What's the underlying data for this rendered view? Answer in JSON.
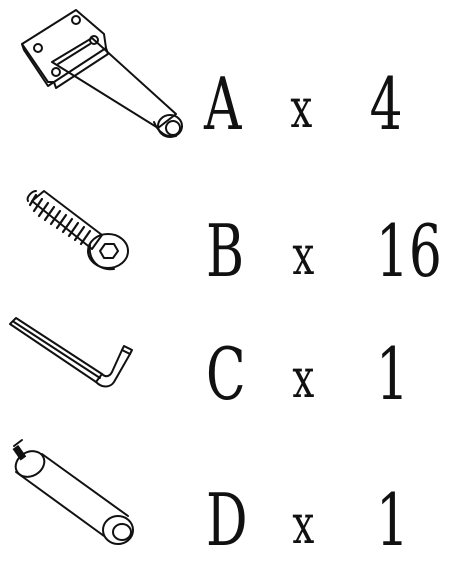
{
  "parts": [
    {
      "letter": "A",
      "times": "x",
      "quantity": "4",
      "icon": "tapered-leg-with-mounting-plate-icon"
    },
    {
      "letter": "B",
      "times": "x",
      "quantity": "16",
      "icon": "hex-socket-bolt-icon"
    },
    {
      "letter": "C",
      "times": "x",
      "quantity": "1",
      "icon": "allen-key-icon"
    },
    {
      "letter": "D",
      "times": "x",
      "quantity": "1",
      "icon": "tapered-leg-with-threaded-stud-icon"
    }
  ]
}
